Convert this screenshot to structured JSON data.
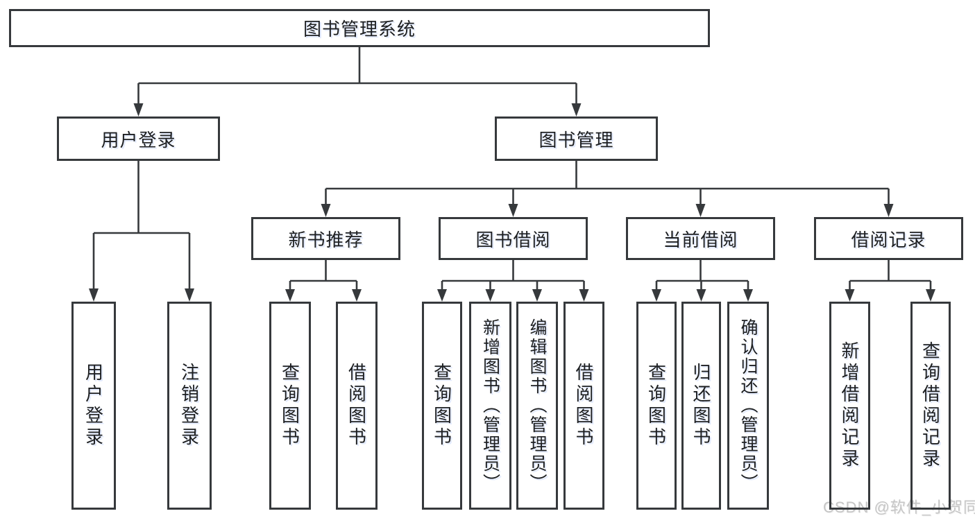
{
  "tree": {
    "root": {
      "label": "图书管理系统",
      "children": [
        {
          "label": "用户登录",
          "children": [
            {
              "label": "用户登录"
            },
            {
              "label": "注销登录"
            }
          ]
        },
        {
          "label": "图书管理",
          "children": [
            {
              "label": "新书推荐",
              "children": [
                {
                  "label": "查询图书"
                },
                {
                  "label": "借阅图书"
                }
              ]
            },
            {
              "label": "图书借阅",
              "children": [
                {
                  "label": "查询图书"
                },
                {
                  "label": "新增图书（管理员）"
                },
                {
                  "label": "编辑图书（管理员）"
                },
                {
                  "label": "借阅图书"
                }
              ]
            },
            {
              "label": "当前借阅",
              "children": [
                {
                  "label": "查询图书"
                },
                {
                  "label": "归还图书"
                },
                {
                  "label": "确认归还（管理员）"
                }
              ]
            },
            {
              "label": "借阅记录",
              "children": [
                {
                  "label": "新增借阅记录"
                },
                {
                  "label": "查询借阅记录"
                }
              ]
            }
          ]
        }
      ]
    }
  },
  "watermark": {
    "text": "CSDN @软件_小贺同学"
  },
  "colors": {
    "line": "#36393c",
    "box_border": "#36393c",
    "text": "#1d1f21",
    "watermark": "#c6c6c6",
    "background": "#ffffff"
  }
}
